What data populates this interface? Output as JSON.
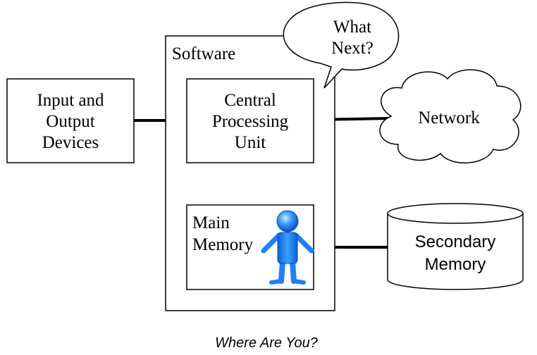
{
  "nodes": {
    "io_devices": {
      "lines": [
        "Input and",
        "Output",
        "Devices"
      ]
    },
    "software": {
      "label": "Software"
    },
    "cpu": {
      "lines": [
        "Central",
        "Processing",
        "Unit"
      ]
    },
    "main_memory": {
      "lines": [
        "Main",
        "Memory"
      ]
    },
    "network": {
      "label": "Network"
    },
    "secondary_memory": {
      "lines": [
        "Secondary",
        "Memory"
      ]
    },
    "speech_bubble": {
      "lines": [
        "What",
        "Next?"
      ]
    }
  },
  "caption": "Where Are You?",
  "colors": {
    "figure_fill": "#1e90ff",
    "figure_stroke": "#0a4fc2",
    "line": "#000000"
  },
  "icons": {
    "person": "person-figure-icon"
  }
}
